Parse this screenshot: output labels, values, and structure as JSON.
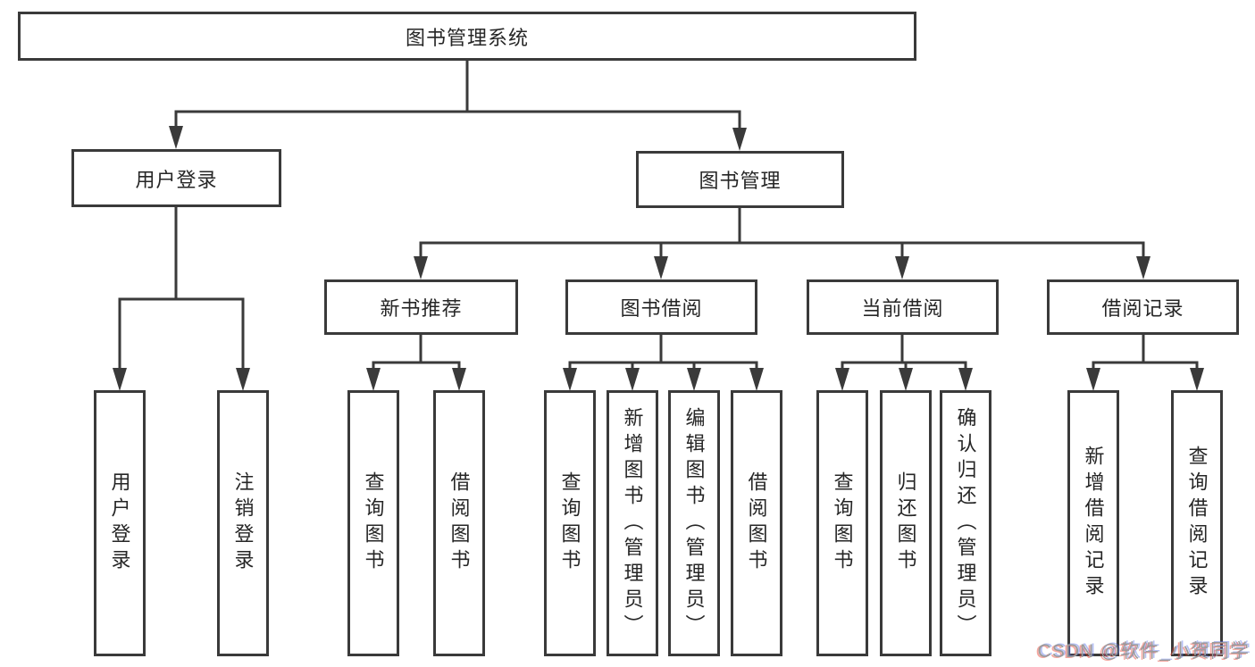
{
  "diagram": {
    "root": {
      "label": "图书管理系统"
    },
    "level2": [
      {
        "id": "user-login",
        "label": "用户登录"
      },
      {
        "id": "book-management",
        "label": "图书管理"
      }
    ],
    "level3": [
      {
        "id": "new-book-recommend",
        "parent": "图书管理",
        "label": "新书推荐"
      },
      {
        "id": "book-borrowing",
        "parent": "图书管理",
        "label": "图书借阅"
      },
      {
        "id": "current-borrowing",
        "parent": "图书管理",
        "label": "当前借阅"
      },
      {
        "id": "borrowing-records",
        "parent": "图书管理",
        "label": "借阅记录"
      }
    ],
    "leaves": [
      {
        "parent": "用户登录",
        "label": "用户登录"
      },
      {
        "parent": "用户登录",
        "label": "注销登录"
      },
      {
        "parent": "新书推荐",
        "label": "查询图书"
      },
      {
        "parent": "新书推荐",
        "label": "借阅图书"
      },
      {
        "parent": "图书借阅",
        "label": "查询图书"
      },
      {
        "parent": "图书借阅",
        "label": "新增图书（管理员）"
      },
      {
        "parent": "图书借阅",
        "label": "编辑图书（管理员）"
      },
      {
        "parent": "图书借阅",
        "label": "借阅图书"
      },
      {
        "parent": "当前借阅",
        "label": "查询图书"
      },
      {
        "parent": "当前借阅",
        "label": "归还图书"
      },
      {
        "parent": "当前借阅",
        "label": "确认归还（管理员）"
      },
      {
        "parent": "借阅记录",
        "label": "新增借阅记录"
      },
      {
        "parent": "借阅记录",
        "label": "查询借阅记录"
      }
    ],
    "watermark": "CSDN @软件_小贺同学",
    "colors": {
      "line": "#3a3a3a",
      "text": "#262626",
      "box_background": "#ffffff",
      "page_background": "#ffffff",
      "watermark": "#9b9b9b"
    }
  }
}
